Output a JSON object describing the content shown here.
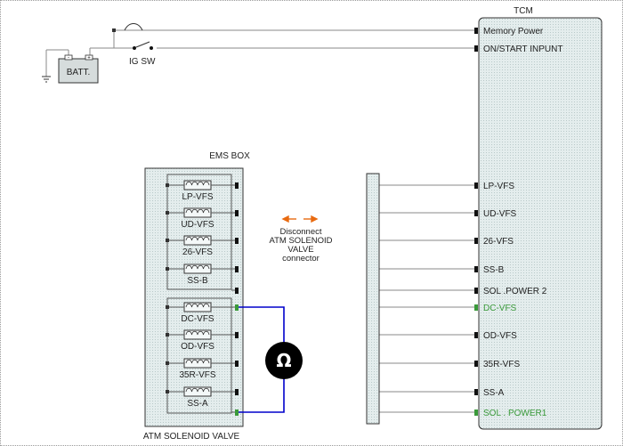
{
  "diagram": {
    "tcm_title": "TCM",
    "power_pins": [
      "Memory Power",
      "ON/START  INPUNT"
    ],
    "battery_label": "BATT.",
    "ig_switch_label": "IG SW",
    "ems_title": "EMS BOX",
    "valve_title": "ATM SOLENOID VALVE",
    "ohm_symbol": "Ω",
    "disconnect_note": [
      "Disconnect",
      "ATM SOLENOID",
      "VALVE",
      "connector"
    ],
    "tcm_pins": [
      {
        "label": "LP-VFS",
        "highlight": false
      },
      {
        "label": "UD-VFS",
        "highlight": false
      },
      {
        "label": "26-VFS",
        "highlight": false
      },
      {
        "label": "SS-B",
        "highlight": false
      },
      {
        "label": "SOL .POWER 2",
        "highlight": false
      },
      {
        "label": "DC-VFS",
        "highlight": true
      },
      {
        "label": "OD-VFS",
        "highlight": false
      },
      {
        "label": "35R-VFS",
        "highlight": false
      },
      {
        "label": "SS-A",
        "highlight": false
      },
      {
        "label": "SOL . POWER1",
        "highlight": true
      }
    ],
    "valve_coils": [
      "LP-VFS",
      "UD-VFS",
      "26-VFS",
      "SS-B",
      "DC-VFS",
      "OD-VFS",
      "35R-VFS",
      "SS-A"
    ],
    "colors": {
      "box_fill": "#e2ecec",
      "measure_wire": "#0000cc",
      "highlight_pin": "#3a9a3a",
      "arrow": "#e86a10"
    }
  }
}
